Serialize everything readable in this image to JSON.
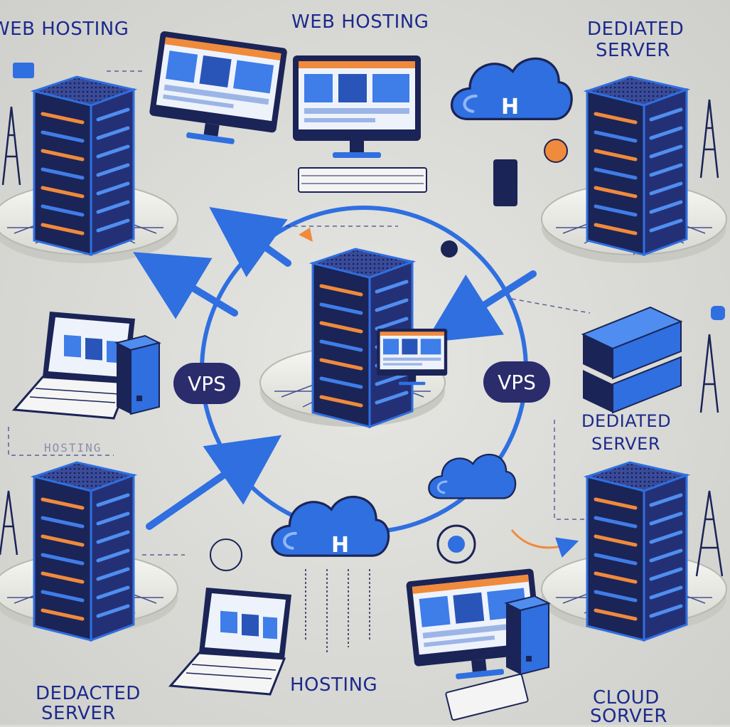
{
  "labels": {
    "top_left": "WEB HOSTING",
    "top_center": "WEB HOSTING",
    "top_right_line1": "DEDIATED",
    "top_right_line2": "SERVER",
    "mid_right_line1": "DEDIATED",
    "mid_right_line2": "SERVER",
    "bottom_left_line1": "DEDACTED",
    "bottom_left_line2": "SERVER",
    "bottom_center": "HOSTING",
    "bottom_right_line1": "CLOUD",
    "bottom_right_line2": "SORVER",
    "vps_left": "VPS",
    "vps_right": "VPS",
    "faint_left": "HOSTING",
    "cloud_letter": "H"
  },
  "colors": {
    "background": "#dcdcd8",
    "label_text": "#1c2a8c",
    "server_body": "#1b2456",
    "accent_blue": "#2f6fe0",
    "accent_orange": "#f08a3c",
    "vps_badge": "#2a2c6c"
  }
}
